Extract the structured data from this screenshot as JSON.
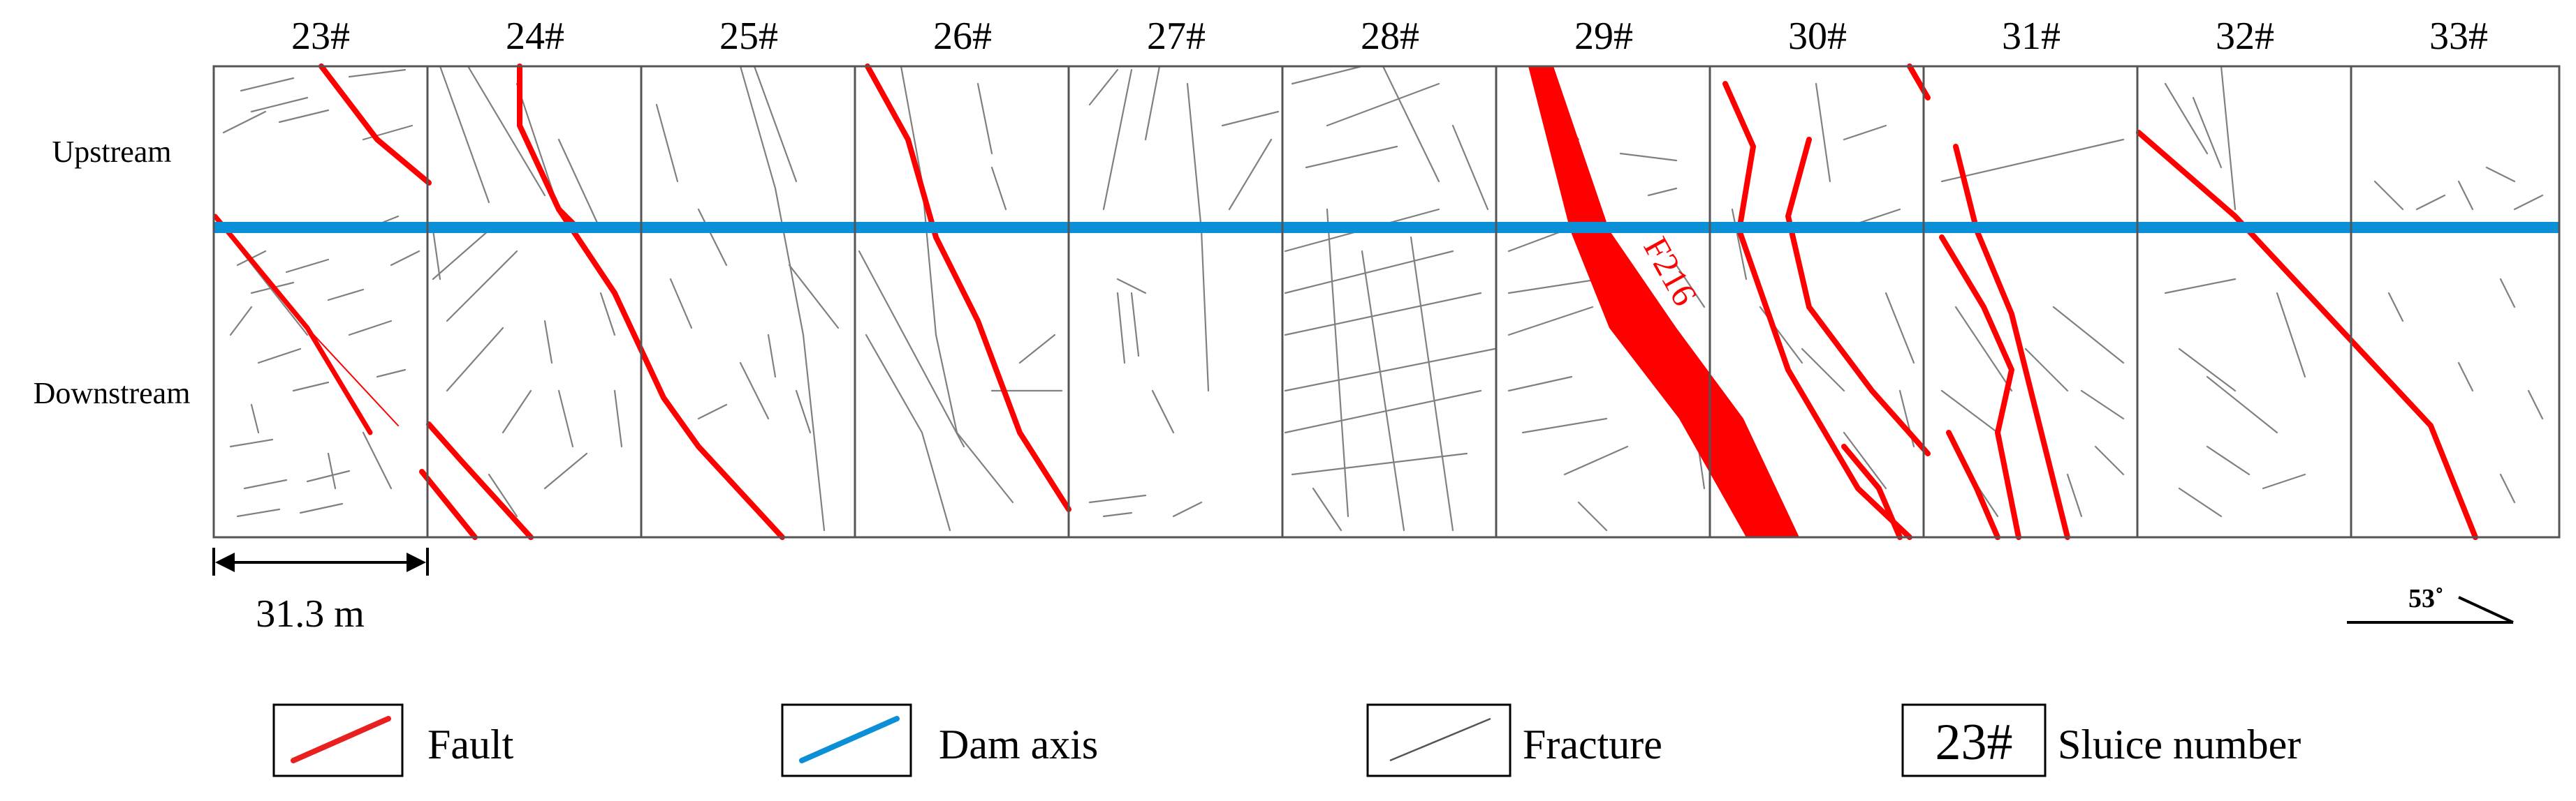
{
  "sluices": [
    "23#",
    "24#",
    "25#",
    "26#",
    "27#",
    "28#",
    "29#",
    "30#",
    "31#",
    "32#",
    "33#"
  ],
  "side_labels": {
    "upstream": "Upstream",
    "downstream": "Downstream"
  },
  "scale_bar": {
    "label": "31.3 m"
  },
  "orientation": {
    "label": "53˚"
  },
  "fault_label": "F216",
  "legend": {
    "fault": "Fault",
    "dam_axis": "Dam axis",
    "fracture": "Fracture",
    "sluice_sample": "23#",
    "sluice_number": "Sluice number"
  },
  "colors": {
    "fault": "#ff0000",
    "dam_axis": "#0b8fd6",
    "fracture": "#7a7a7a",
    "frame": "#555555"
  }
}
